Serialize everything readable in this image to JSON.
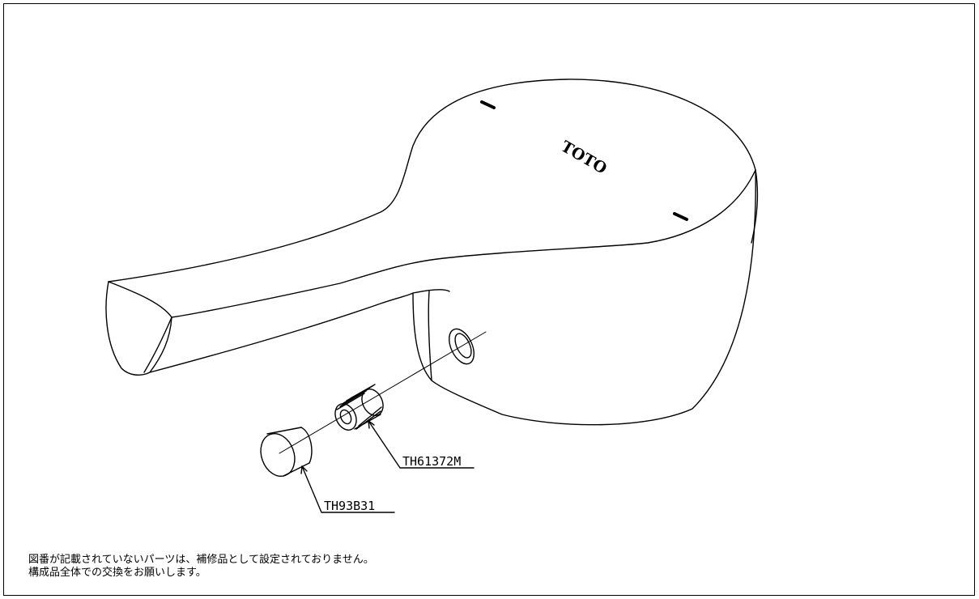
{
  "brand_mark": "TOTO",
  "parts": [
    {
      "code": "TH61372M"
    },
    {
      "code": "TH93B31"
    }
  ],
  "notes": [
    "図番が記載されていないパーツは、補修品として設定されておりません。",
    "構成品全体での交換をお願いします。"
  ]
}
